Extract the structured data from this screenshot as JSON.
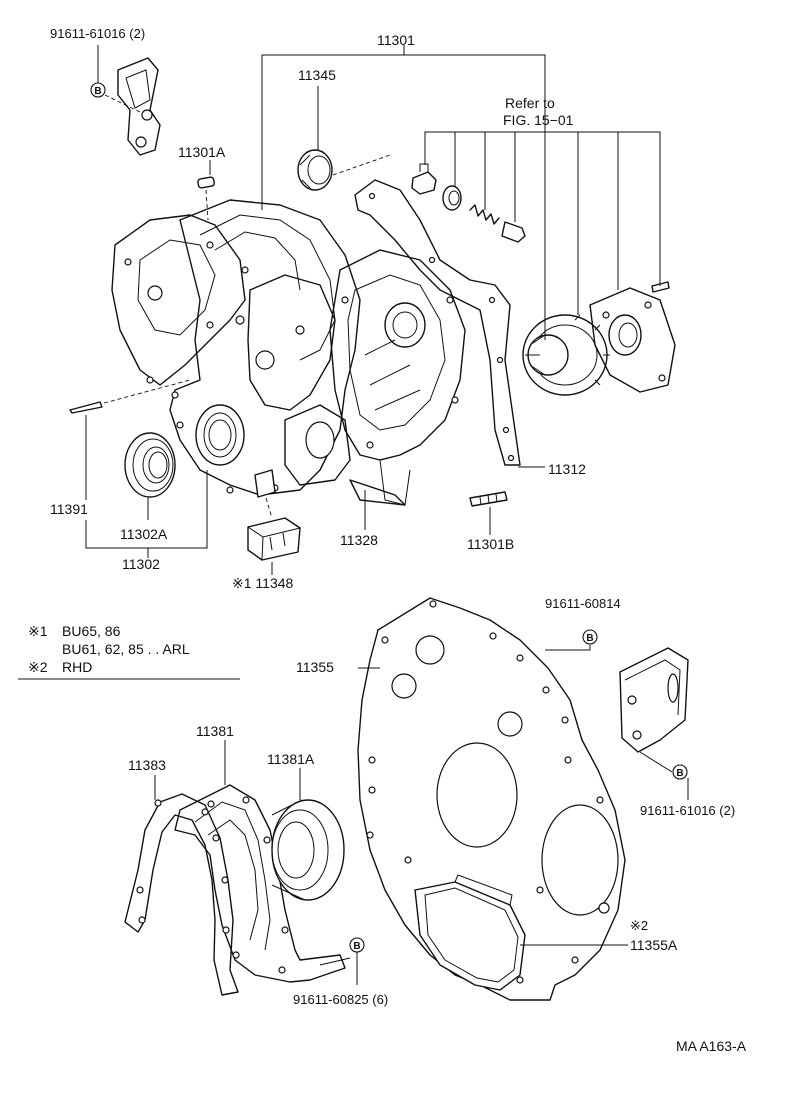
{
  "parts": {
    "p_91611_61016_top": "91611-61016 (2)",
    "p_11301": "11301",
    "p_11345": "11345",
    "refer": "Refer to",
    "refer_fig": "FIG. 15−01",
    "p_11301A": "11301A",
    "p_11312": "11312",
    "p_11391": "11391",
    "p_11302A": "11302A",
    "p_11328": "11328",
    "p_11301B": "11301B",
    "p_11302": "11302",
    "p_111348": "※1 11348",
    "p_91611_60814": "91611-60814",
    "p_11355": "11355",
    "p_11381": "11381",
    "p_11383": "11383",
    "p_11381A": "11381A",
    "p_91611_61016_right": "91611-61016 (2)",
    "note2": "※2",
    "p_11355A": "11355A",
    "p_91611_60825": "91611-60825 (6)",
    "catalog_id": "MA A163-A"
  },
  "notes": {
    "n1_mark": "※1",
    "n1_line1": "BU65, 86",
    "n1_line2": "BU61, 62, 85 . . ARL",
    "n2_mark": "※2",
    "n2_line1": "RHD"
  },
  "badge": "B"
}
